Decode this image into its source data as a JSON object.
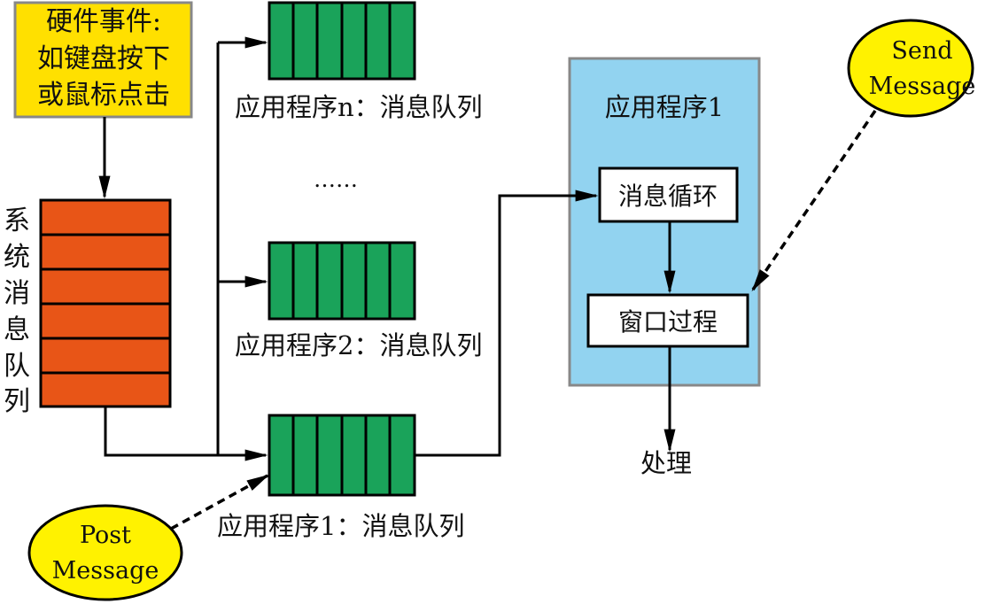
{
  "hardware_event": {
    "line1": "硬件事件:",
    "line2": "如键盘按下",
    "line3": "或鼠标点击"
  },
  "system_queue": {
    "chars": [
      "系",
      "统",
      "消",
      "息",
      "队",
      "列"
    ]
  },
  "app_queues": {
    "n_label": "应用程序n：消息队列",
    "ellipsis": "……",
    "q2_label": "应用程序2：消息队列",
    "q1_label": "应用程序1：消息队列"
  },
  "app1_container": {
    "title": "应用程序1",
    "message_loop": "消息循环",
    "window_proc": "窗口过程"
  },
  "process_label": "处理",
  "send_message": {
    "line1": "Send",
    "line2": "Message"
  },
  "post_message": {
    "line1": "Post",
    "line2": "Message"
  },
  "colors": {
    "hardware_fill": "#FFE000",
    "system_queue_fill": "#E85517",
    "app_queue_fill": "#1AA35A",
    "container_fill": "#92D3F0",
    "ellipse_fill": "#FFF200"
  }
}
